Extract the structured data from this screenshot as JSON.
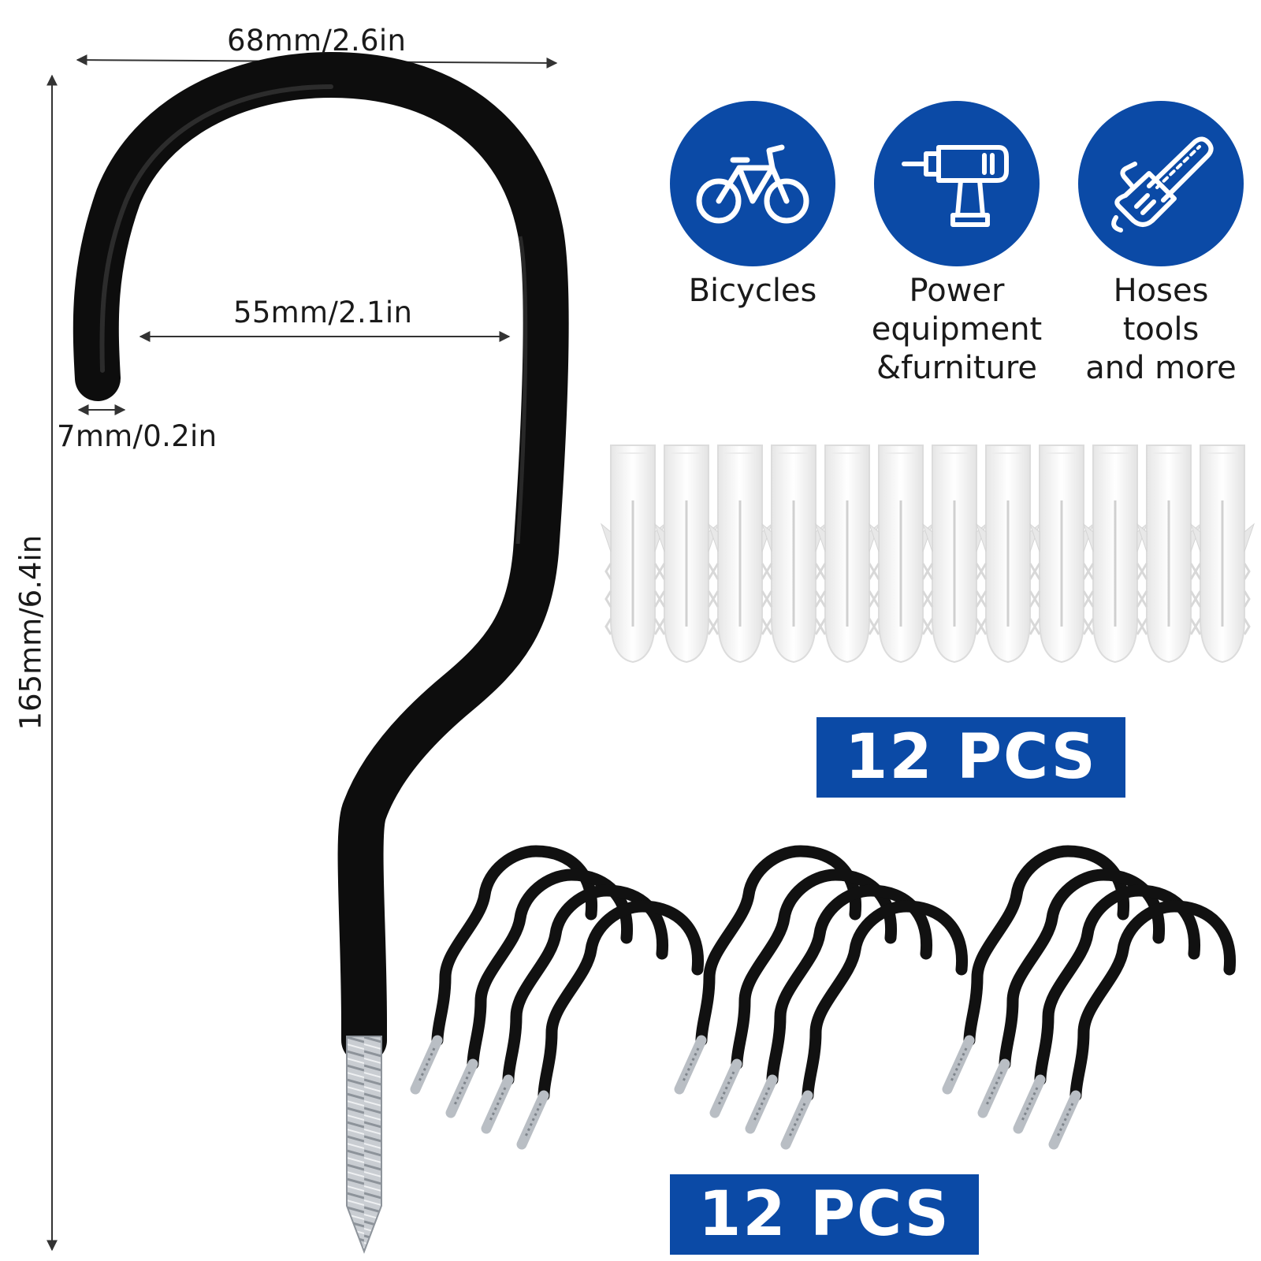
{
  "dimensions": {
    "overall_width": "68mm/2.6in",
    "inner_width": "55mm/2.1in",
    "tip_diameter": "7mm/0.2in",
    "overall_height": "165mm/6.4in"
  },
  "uses": [
    {
      "icon": "bicycle-icon",
      "label": "Bicycles"
    },
    {
      "icon": "power-drill-icon",
      "label": "Power\nequipment\n&furniture"
    },
    {
      "icon": "chainsaw-icon",
      "label": "Hoses\ntools\nand more"
    }
  ],
  "anchors_badge": "12 PCS",
  "hooks_badge": "12 PCS",
  "colors": {
    "brand_blue": "#0b4aa6",
    "hook_black": "#111111",
    "anchor_white": "#f4f4f4",
    "screw_silver": "#c9cdd2"
  }
}
